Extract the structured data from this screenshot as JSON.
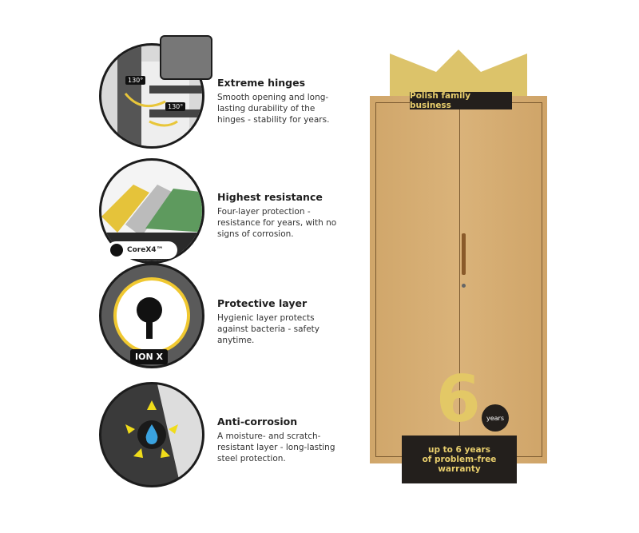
{
  "features": [
    {
      "title": "Extreme hinges",
      "desc": "Smooth opening and long-lasting durability of the hinges - stability for years.",
      "badges": [
        "130°",
        "130°"
      ],
      "icon": "hinge-icon"
    },
    {
      "title": "Highest resistance",
      "desc": "Four-layer protection - resistance for years, with no signs of corrosion.",
      "badges": [
        "CoreX4™"
      ],
      "icon": "layers-icon"
    },
    {
      "title": "Protective layer",
      "desc": "Hygienic layer protects against bacteria - safety anytime.",
      "badges": [
        "ION X"
      ],
      "icon": "key-icon"
    },
    {
      "title": "Anti-corrosion",
      "desc": "A moisture- and scratch-resistant layer - long-lasting steel protection.",
      "badges": [],
      "icon": "water-drop-icon"
    }
  ],
  "product": {
    "top_label": "Polish family business",
    "warranty_number": "6",
    "warranty_unit": "years",
    "warranty_line1": "up to 6 years",
    "warranty_line2": "of problem-free warranty"
  },
  "colors": {
    "cabinet": "#d3a96c",
    "crown": "#dcc36a",
    "dark": "#231f1c",
    "accent": "#e7cd6c"
  }
}
